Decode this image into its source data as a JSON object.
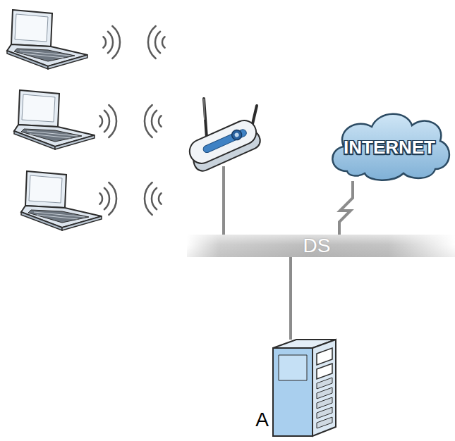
{
  "diagram": {
    "nodes": [
      {
        "text": [
          "INTERNET"
        ]
      },
      {
        "text": [
          "DS"
        ]
      },
      {
        "text": [
          "A"
        ]
      }
    ],
    "edges": [
      {
        "from": 0,
        "to": 1,
        "arrow": "none"
      },
      {
        "from": 2,
        "to": 1,
        "arrow": "none"
      }
    ]
  }
}
